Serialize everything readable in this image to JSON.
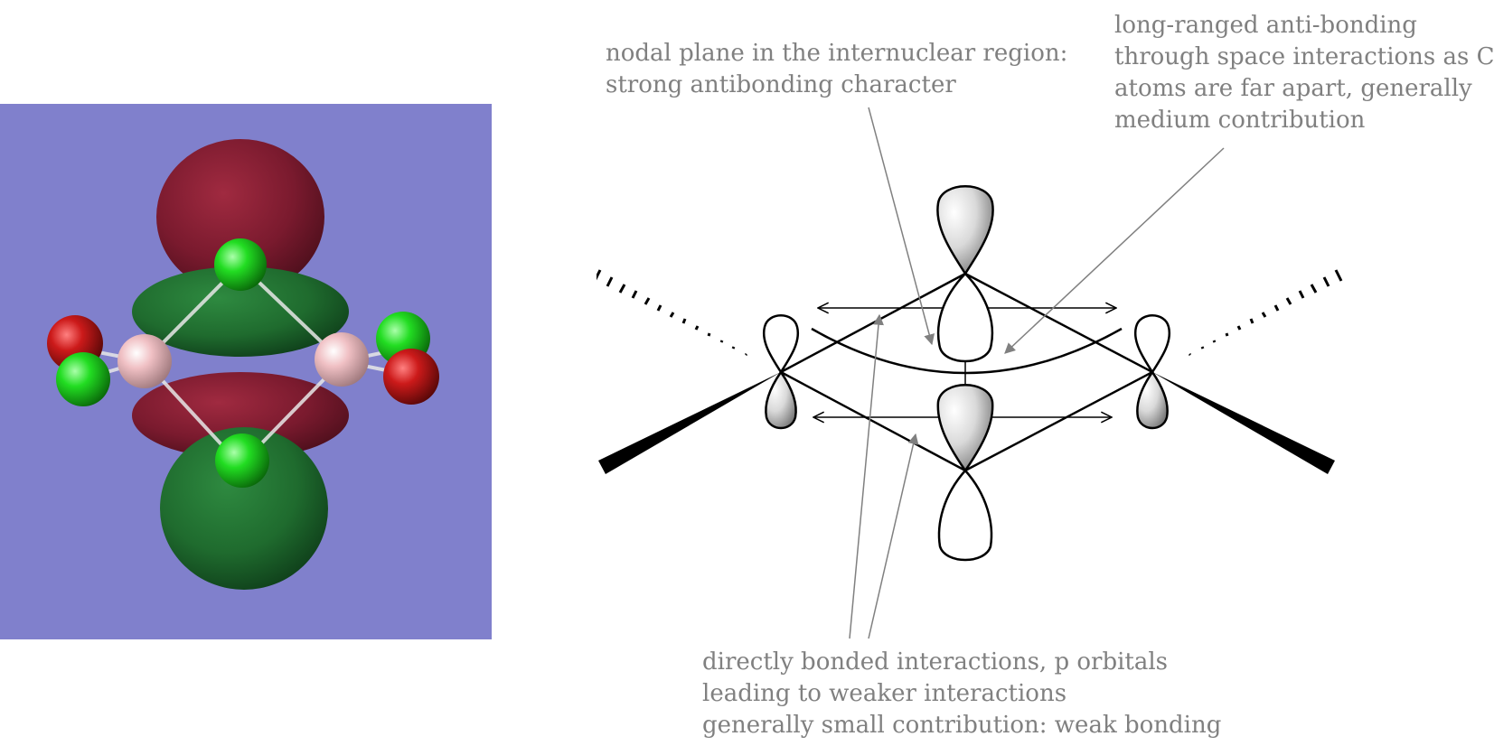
{
  "annotations": {
    "nodal_plane": [
      "nodal plane in the internuclear region:",
      "strong antibonding character"
    ],
    "long_ranged": [
      "long-ranged anti-bonding",
      "through space interactions as Cl",
      "atoms are far apart, generally",
      "medium contribution"
    ],
    "direct_bonded": [
      "directly bonded interactions, p orbitals",
      "leading to weaker interactions",
      "generally small contribution: weak bonding"
    ]
  },
  "colors": {
    "render_background": "#8080cc",
    "lobe_dark_red": "#7a1a2e",
    "lobe_dark_green": "#1f6b2e",
    "atom_green": "#22dd22",
    "atom_red": "#cc1a1a",
    "atom_pink": "#f0c0c4",
    "annotation_text": "#808080",
    "arrow_gray": "#808080"
  }
}
